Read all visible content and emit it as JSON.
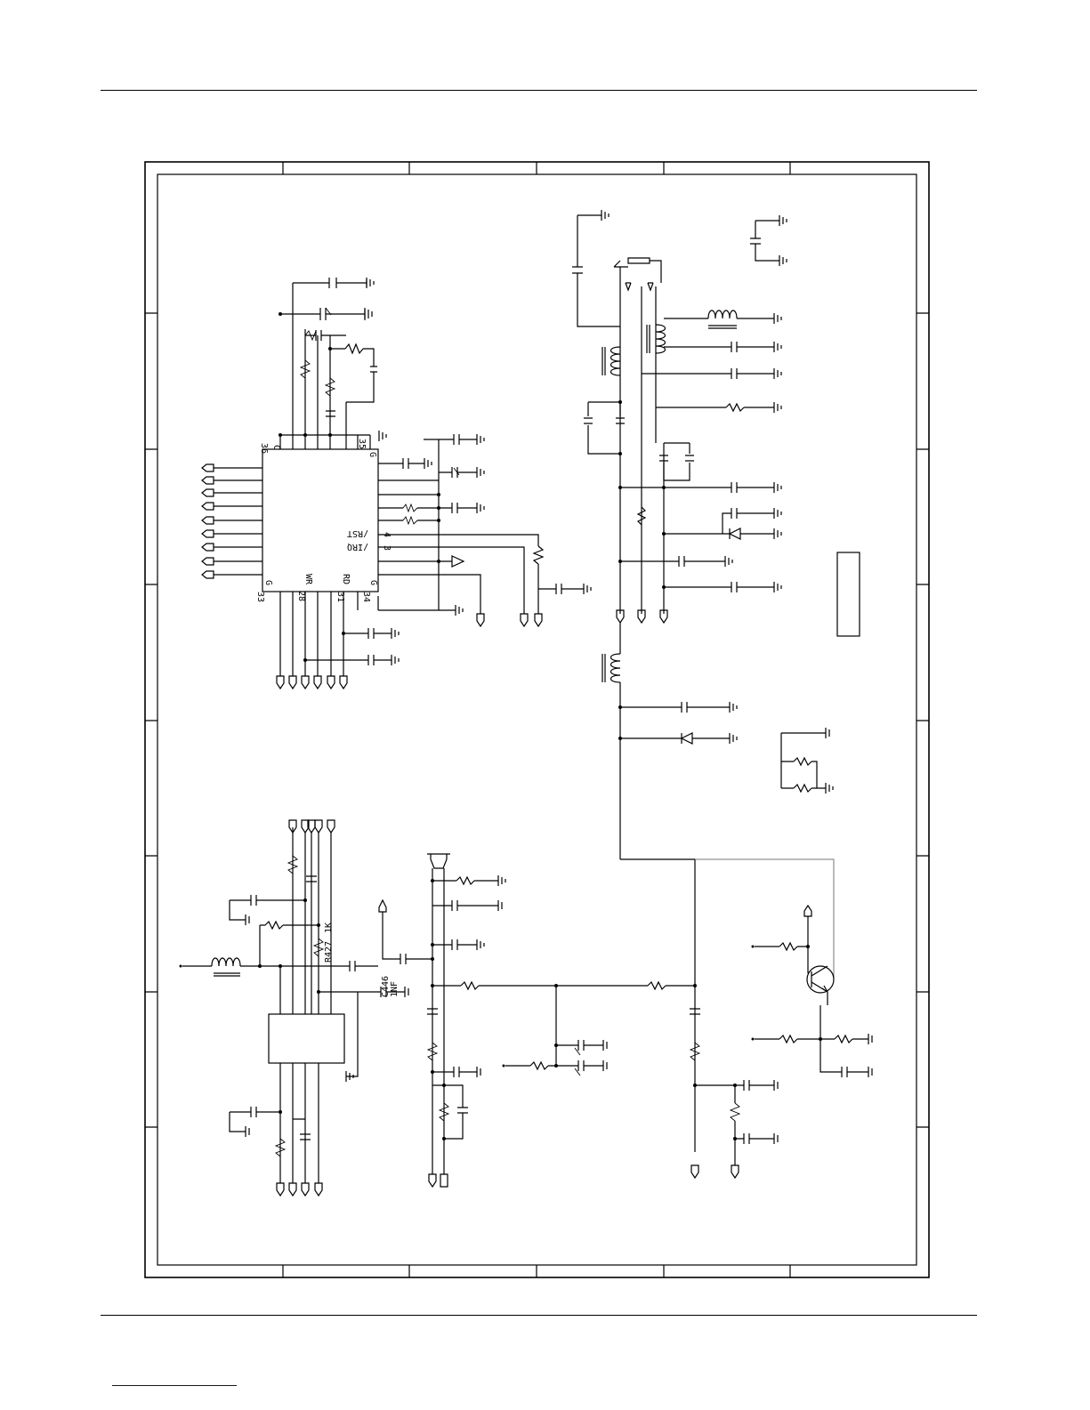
{
  "schematic": {
    "pin_labels": {
      "ic1_pin_36": "36",
      "ic1_pin_35": "35",
      "ic1_pin_33": "33",
      "ic1_pin_28": "28",
      "ic1_pin_31": "31",
      "ic1_pin_34": "34",
      "ic1_pin_4": "4",
      "ic1_pin_3": "3",
      "ic1_pin_C": "C",
      "ic1_pin_G_tr": "G",
      "ic1_pin_G_bl": "G",
      "ic1_pin_G_br": "G"
    },
    "signal_labels": {
      "rst": "/RST",
      "irq": "/IRQ",
      "wr": "WR",
      "rd": "RD"
    },
    "components": {
      "r427_ref": "R427",
      "r427_value": "1K",
      "c446_ref": "C446",
      "c446_value": "1NF"
    }
  }
}
